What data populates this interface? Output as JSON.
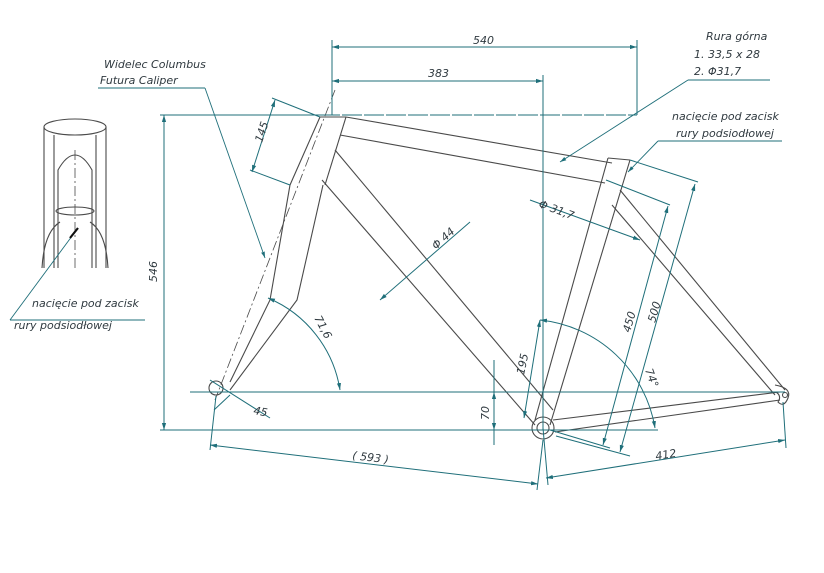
{
  "dimensions": {
    "top_tube_length": "540",
    "reach": "383",
    "head_tube_length": "145",
    "frame_height": "546",
    "seat_tube_c_t": "450",
    "seat_tube_c_c": "500",
    "bb_axis": "195",
    "bb_drop": "70",
    "chainstay": "412",
    "front_center": "( 593 )",
    "head_angle": "71,6",
    "seat_angle": "74°",
    "dropout_angle": "45",
    "down_tube_dia": "Φ 44",
    "seat_tube_dia": "Φ 31,7"
  },
  "labels": {
    "fork_line1": "Widelec Columbus",
    "fork_line2": "Futura Caliper",
    "top_tube_line1": "Rura górna",
    "top_tube_line2": "1. 33,5 x 28",
    "top_tube_line3": "2.  Φ31,7",
    "slot_right_line1": "nacięcie pod zacisk",
    "slot_right_line2": "rury podsiodłowej",
    "slot_left_line1": "nacięcie pod zacisk",
    "slot_left_line2": "rury podsiodłowej"
  },
  "colors": {
    "dimension_lines": "#1f6f7a",
    "frame_lines": "#4a4a4a",
    "text": "#303a40"
  }
}
